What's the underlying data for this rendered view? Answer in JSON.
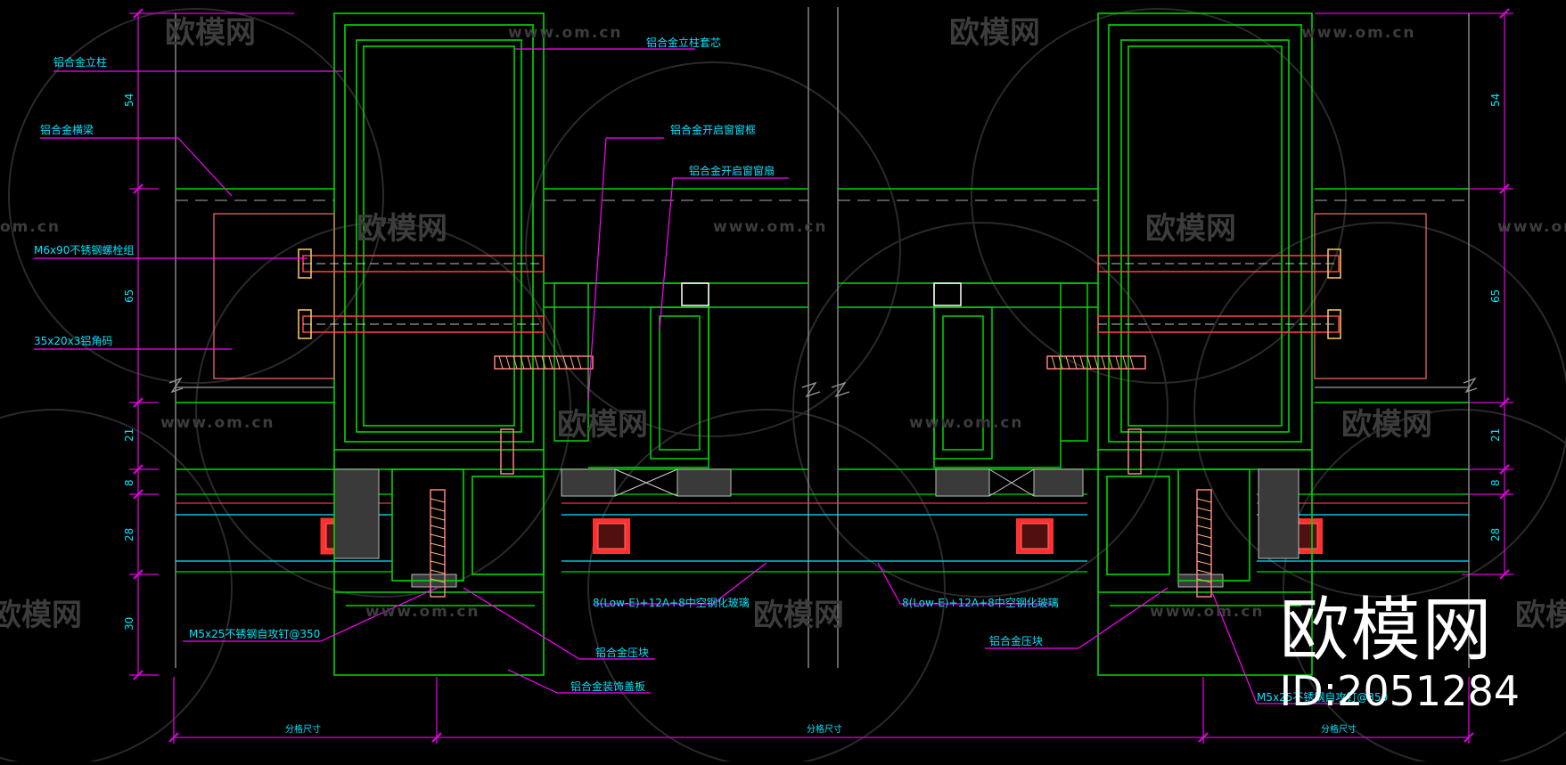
{
  "drawing": {
    "background": "#000000",
    "colors": {
      "profile_green": "#00d800",
      "label_cyan": "#00e5ff",
      "leader_magenta": "#ff00ff",
      "bolt_red": "#ff4444",
      "dimension_magenta": "#e000e0",
      "gray_line": "#9a9a9a"
    }
  },
  "labels": {
    "column": "铝合金立柱",
    "column_core": "铝合金立柱套芯",
    "crossbeam": "铝合金横梁",
    "bolt_group": "M6x90不锈钢螺栓组",
    "angle_code": "35x20x3铝角码",
    "window_frame": "铝合金开启窗窗框",
    "window_sash": "铝合金开启窗窗扇",
    "glass_left": "8(Low-E)+12A+8中空钢化玻璃",
    "glass_right": "8(Low-E)+12A+8中空钢化玻璃",
    "screw_left": "M5x25不锈钢自攻钉@350",
    "screw_right": "M5x25不锈钢自攻钉@350",
    "pressure_plate_left": "铝合金压块",
    "pressure_plate_right": "铝合金压块",
    "decor_cover": "铝合金装饰盖板"
  },
  "dimensions": {
    "left": [
      "54",
      "65",
      "21",
      "8",
      "28",
      "30"
    ],
    "right": [
      "54",
      "65",
      "21",
      "8",
      "28"
    ],
    "bottom": [
      "分格尺寸",
      "分格尺寸",
      "分格尺寸"
    ]
  },
  "watermark": {
    "brand": "欧模网",
    "url": "www.om.cn",
    "url_short": "om.cn",
    "id_text": "ID:2051284"
  }
}
